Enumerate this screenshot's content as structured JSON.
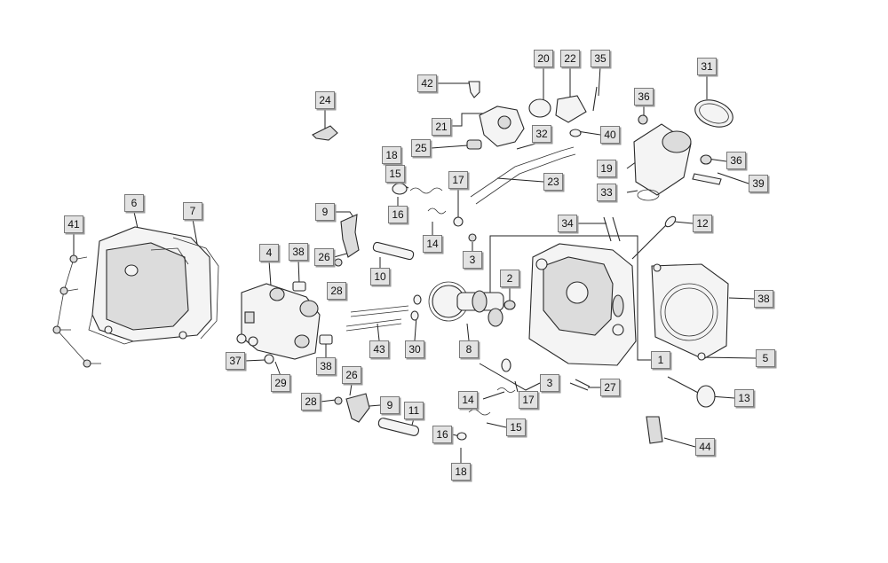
{
  "diagram": {
    "type": "exploded-parts-diagram",
    "callouts": [
      {
        "id": "c42",
        "label": "42"
      },
      {
        "id": "c20",
        "label": "20"
      },
      {
        "id": "c22",
        "label": "22"
      },
      {
        "id": "c35",
        "label": "35"
      },
      {
        "id": "c31",
        "label": "31"
      },
      {
        "id": "c24",
        "label": "24"
      },
      {
        "id": "c36a",
        "label": "36"
      },
      {
        "id": "c21",
        "label": "21"
      },
      {
        "id": "c32",
        "label": "32"
      },
      {
        "id": "c40",
        "label": "40"
      },
      {
        "id": "c25",
        "label": "25"
      },
      {
        "id": "c18a",
        "label": "18"
      },
      {
        "id": "c15a",
        "label": "15"
      },
      {
        "id": "c19",
        "label": "19"
      },
      {
        "id": "c36b",
        "label": "36"
      },
      {
        "id": "c17a",
        "label": "17"
      },
      {
        "id": "c23",
        "label": "23"
      },
      {
        "id": "c39",
        "label": "39"
      },
      {
        "id": "c33",
        "label": "33"
      },
      {
        "id": "c6",
        "label": "6"
      },
      {
        "id": "c7",
        "label": "7"
      },
      {
        "id": "c9a",
        "label": "9"
      },
      {
        "id": "c16a",
        "label": "16"
      },
      {
        "id": "c41",
        "label": "41"
      },
      {
        "id": "c34",
        "label": "34"
      },
      {
        "id": "c12",
        "label": "12"
      },
      {
        "id": "c14a",
        "label": "14"
      },
      {
        "id": "c4",
        "label": "4"
      },
      {
        "id": "c38a",
        "label": "38"
      },
      {
        "id": "c26a",
        "label": "26"
      },
      {
        "id": "c3a",
        "label": "3"
      },
      {
        "id": "c28a",
        "label": "28"
      },
      {
        "id": "c10",
        "label": "10"
      },
      {
        "id": "c2",
        "label": "2"
      },
      {
        "id": "c38b",
        "label": "38"
      },
      {
        "id": "c30",
        "label": "30"
      },
      {
        "id": "c43",
        "label": "43"
      },
      {
        "id": "c8",
        "label": "8"
      },
      {
        "id": "c1",
        "label": "1"
      },
      {
        "id": "c5",
        "label": "5"
      },
      {
        "id": "c37",
        "label": "37"
      },
      {
        "id": "c38c",
        "label": "38"
      },
      {
        "id": "c29",
        "label": "29"
      },
      {
        "id": "c3b",
        "label": "3"
      },
      {
        "id": "c27",
        "label": "27"
      },
      {
        "id": "c26b",
        "label": "26"
      },
      {
        "id": "c13",
        "label": "13"
      },
      {
        "id": "c14b",
        "label": "14"
      },
      {
        "id": "c17b",
        "label": "17"
      },
      {
        "id": "c28b",
        "label": "28"
      },
      {
        "id": "c9b",
        "label": "9"
      },
      {
        "id": "c11",
        "label": "11"
      },
      {
        "id": "c15b",
        "label": "15"
      },
      {
        "id": "c16b",
        "label": "16"
      },
      {
        "id": "c44",
        "label": "44"
      },
      {
        "id": "c18b",
        "label": "18"
      }
    ]
  }
}
